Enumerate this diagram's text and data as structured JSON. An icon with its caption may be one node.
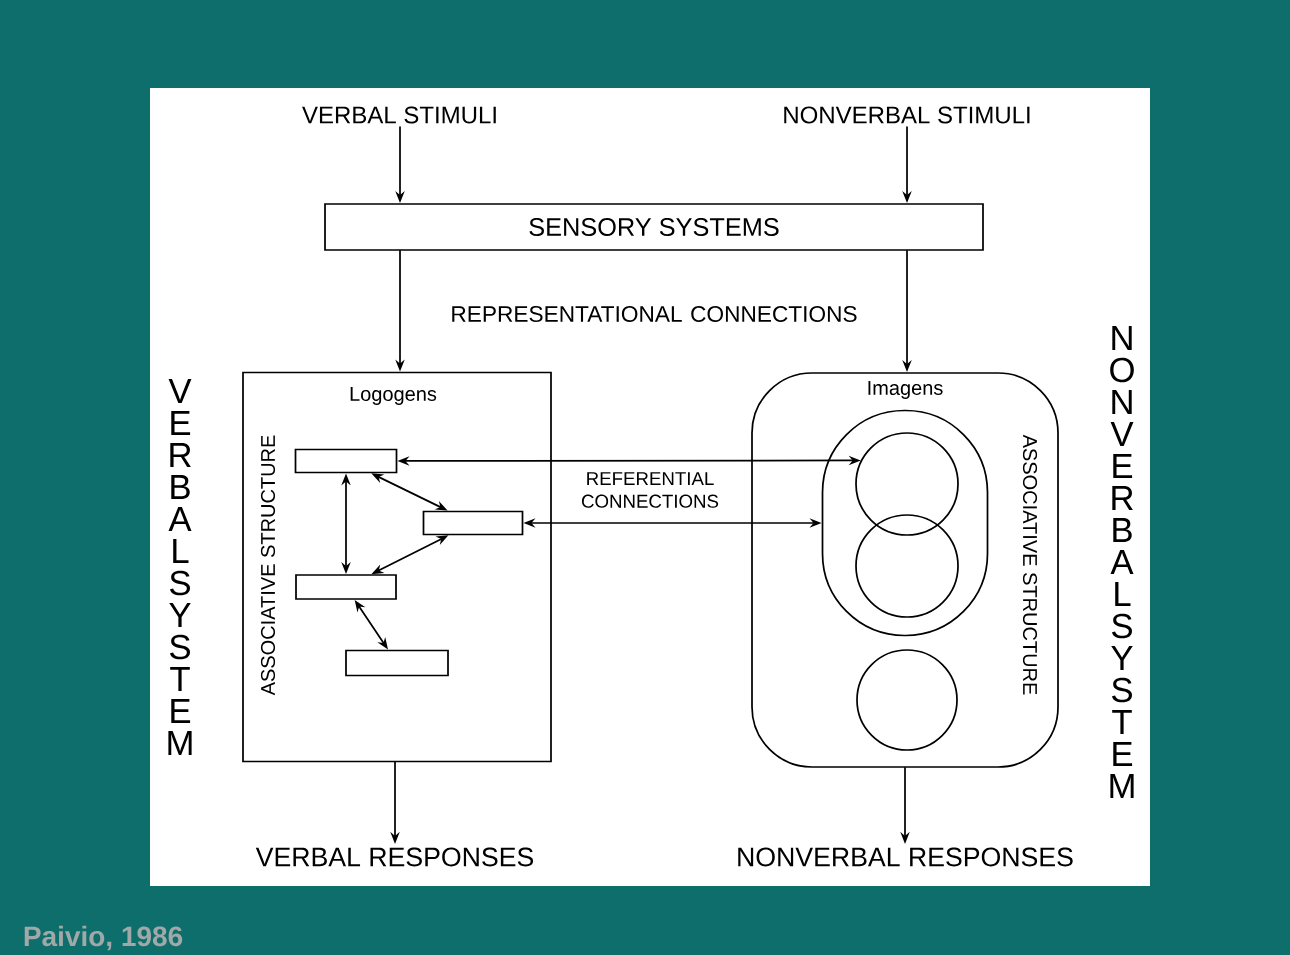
{
  "diagram": {
    "caption": "Paivio, 1986",
    "nodes": [
      {
        "text": [
          "VERBAL STIMULI"
        ]
      },
      {
        "text": [
          "NONVERBAL STIMULI"
        ]
      },
      {
        "text": [
          "SENSORY SYSTEMS"
        ]
      },
      {
        "text": [
          "Logogens",
          "ASSOCIATIVE STRUCTURE"
        ],
        "beside": [
          "VERBAL SYSTEM"
        ]
      },
      {
        "text": [],
        "shape": "box",
        "in": 3
      },
      {
        "text": [],
        "shape": "box",
        "in": 3
      },
      {
        "text": [],
        "shape": "box",
        "in": 3
      },
      {
        "text": [],
        "shape": "box",
        "in": 3
      },
      {
        "text": [
          "Imagens",
          "ASSOCIATIVE STRUCTURE"
        ],
        "beside": [
          "NONVERBAL SYSTEM"
        ]
      },
      {
        "text": [],
        "shape": "oval",
        "in": 8
      },
      {
        "text": [],
        "shape": "circle",
        "in": 9
      },
      {
        "text": [],
        "shape": "circle",
        "in": 9
      },
      {
        "text": [],
        "shape": "circle",
        "in": 8
      },
      {
        "text": [
          "VERBAL RESPONSES"
        ]
      },
      {
        "text": [
          "NONVERBAL RESPONSES"
        ]
      }
    ],
    "edges": [
      {
        "from": 0,
        "to": 2,
        "arrow": "to"
      },
      {
        "from": 1,
        "to": 2,
        "arrow": "to"
      },
      {
        "from": 2,
        "to": 3,
        "arrow": "to"
      },
      {
        "from": 2,
        "to": 8,
        "arrow": "to"
      },
      {
        "from": 4,
        "to": 10,
        "arrow": "both"
      },
      {
        "from": 5,
        "to": 9,
        "arrow": "both"
      },
      {
        "from": 4,
        "to": 6,
        "arrow": "both"
      },
      {
        "from": 4,
        "to": 5,
        "arrow": "both"
      },
      {
        "from": 5,
        "to": 6,
        "arrow": "both"
      },
      {
        "from": 6,
        "to": 7,
        "arrow": "both"
      },
      {
        "from": 3,
        "to": 13,
        "arrow": "to"
      },
      {
        "from": 8,
        "to": 14,
        "arrow": "to"
      }
    ],
    "labels": [
      "REPRESENTATIONAL CONNECTIONS",
      "REFERENTIAL CONNECTIONS"
    ]
  }
}
